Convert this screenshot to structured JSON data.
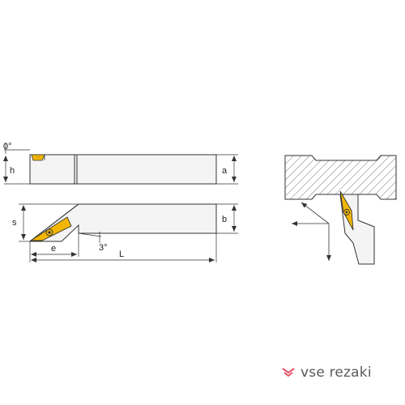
{
  "labels": {
    "angle_top": "0°",
    "h": "h",
    "a": "a",
    "s": "s",
    "b": "b",
    "e": "e",
    "angle_clearance": "3°",
    "L": "L"
  },
  "colors": {
    "insert": "#f2b705",
    "body": "#f4f4f4",
    "line": "#333333",
    "hatch": "#555555",
    "brand_mark": "#e5536a",
    "brand_text": "#5a5a5a"
  },
  "brand": {
    "text": "vse rezaki",
    "icon": "chevron-logo-icon"
  }
}
